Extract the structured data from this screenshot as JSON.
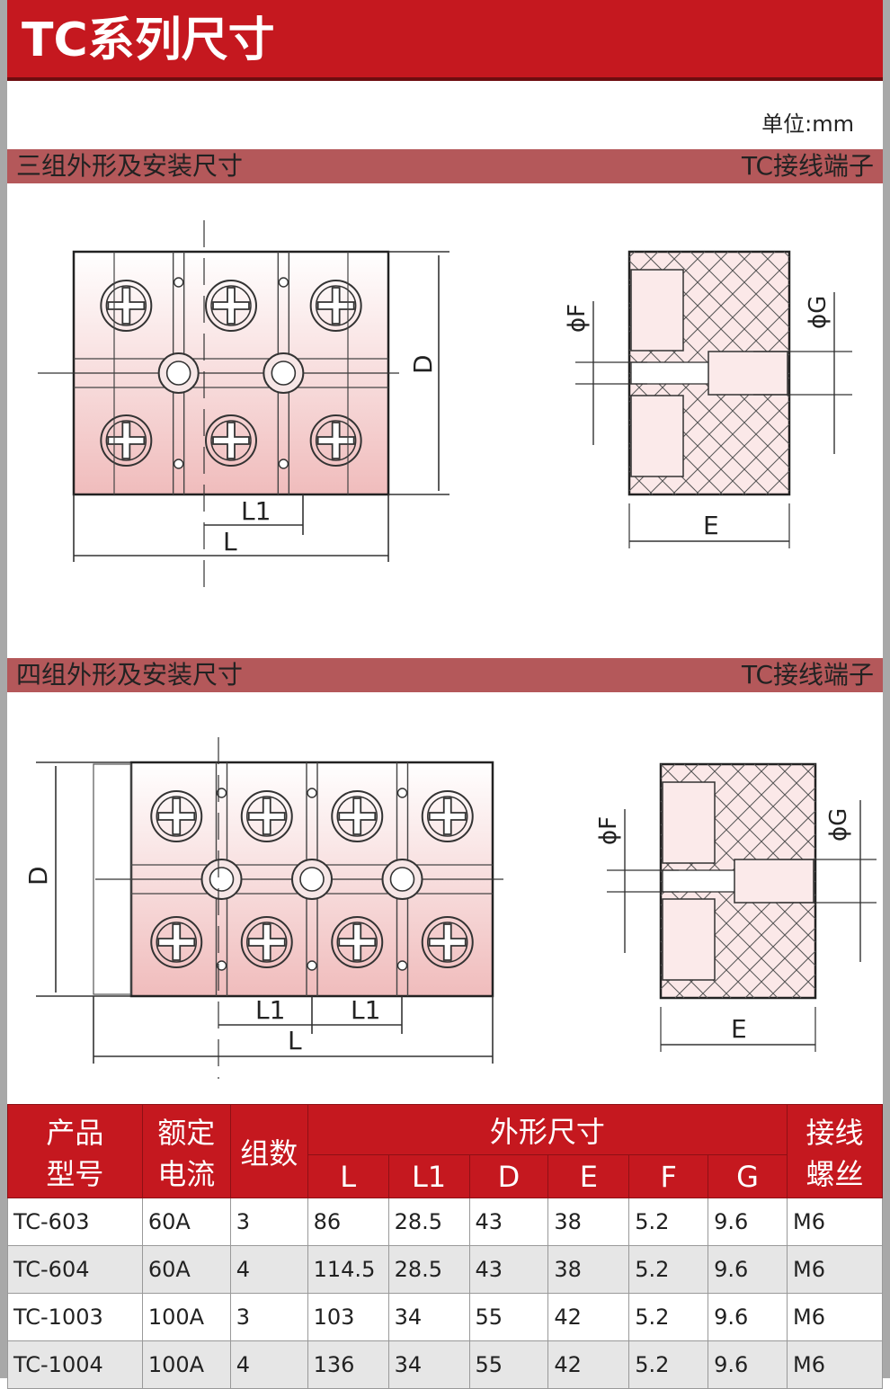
{
  "header": {
    "title": "TC系列尺寸"
  },
  "unit_label": "单位:mm",
  "sections": [
    {
      "title": "三组外形及安装尺寸",
      "right_label": "TC接线端子"
    },
    {
      "title": "四组外形及安装尺寸",
      "right_label": "TC接线端子"
    }
  ],
  "dims": {
    "L": "L",
    "L1": "L1",
    "D": "D",
    "E": "E",
    "F": "ϕF",
    "G": "ϕG"
  },
  "table": {
    "h_model": "产品型号",
    "h_current": "额定电流",
    "h_groups": "组数",
    "h_dims": "外形尺寸",
    "h_screw": "接线螺丝",
    "dim_cols": [
      "L",
      "L1",
      "D",
      "E",
      "F",
      "G"
    ],
    "rows": [
      [
        "TC-603",
        "60A",
        "3",
        "86",
        "28.5",
        "43",
        "38",
        "5.2",
        "9.6",
        "M6"
      ],
      [
        "TC-604",
        "60A",
        "4",
        "114.5",
        "28.5",
        "43",
        "38",
        "5.2",
        "9.6",
        "M6"
      ],
      [
        "TC-1003",
        "100A",
        "3",
        "103",
        "34",
        "55",
        "42",
        "5.2",
        "9.6",
        "M6"
      ],
      [
        "TC-1004",
        "100A",
        "4",
        "136",
        "34",
        "55",
        "42",
        "5.2",
        "9.6",
        "M6"
      ]
    ]
  },
  "colors": {
    "header_red": "#c5181f",
    "section_bar": "#b4585a",
    "row_alt": "#e6e6e6"
  }
}
